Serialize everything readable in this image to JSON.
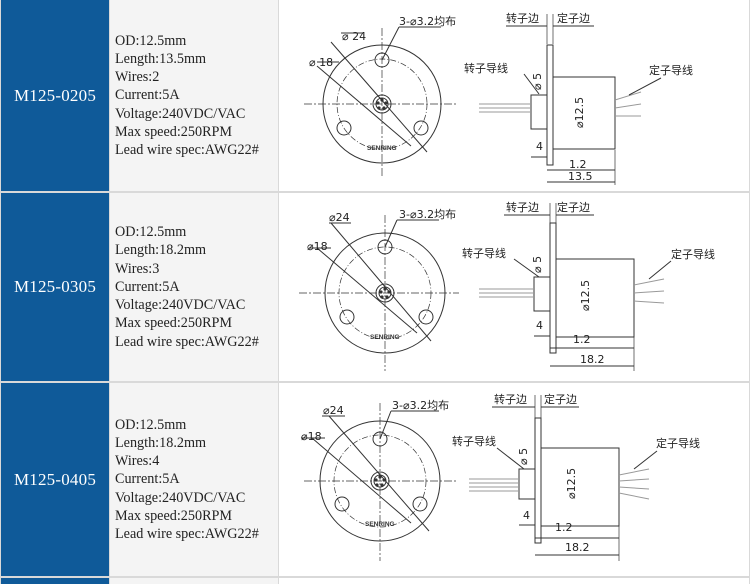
{
  "rows": [
    {
      "model": "M125-0205",
      "specs": [
        "OD:12.5mm",
        "Length:13.5mm",
        "Wires:2",
        "Current:5A",
        "Voltage:240VDC/VAC",
        "Max speed:250RPM",
        "Lead wire spec:AWG22#"
      ],
      "drawing": {
        "dia_outer": "⌀ 24",
        "dia_inner": "⌀ 18",
        "holes": "3-⌀3.2均布",
        "brand": "SENRING",
        "rotor_side": "转子边",
        "stator_side": "定子边",
        "rotor_wire": "转子导线",
        "stator_wire": "定子导线",
        "d5": "⌀ 5",
        "d125": "⌀12.5",
        "len4": "4",
        "len12": "1.2",
        "total": "13.5"
      }
    },
    {
      "model": "M125-0305",
      "specs": [
        "OD:12.5mm",
        "Length:18.2mm",
        "Wires:3",
        "Current:5A",
        "Voltage:240VDC/VAC",
        "Max speed:250RPM",
        "Lead wire spec:AWG22#"
      ],
      "drawing": {
        "dia_outer": "⌀24",
        "dia_inner": "⌀18",
        "holes": "3-⌀3.2均布",
        "brand": "SENRING",
        "rotor_side": "转子边",
        "stator_side": "定子边",
        "rotor_wire": "转子导线",
        "stator_wire": "定子导线",
        "d5": "⌀ 5",
        "d125": "⌀12.5",
        "len4": "4",
        "len12": "1.2",
        "total": "18.2"
      }
    },
    {
      "model": "M125-0405",
      "specs": [
        "OD:12.5mm",
        "Length:18.2mm",
        "Wires:4",
        "Current:5A",
        "Voltage:240VDC/VAC",
        "Max speed:250RPM",
        "Lead wire spec:AWG22#"
      ],
      "drawing": {
        "dia_outer": "⌀24",
        "dia_inner": "⌀18",
        "holes": "3-⌀3.2均布",
        "brand": "SENRING",
        "rotor_side": "转子边",
        "stator_side": "定子边",
        "rotor_wire": "转子导线",
        "stator_wire": "定子导线",
        "d5": "⌀ 5",
        "d125": "⌀12.5",
        "len4": "4",
        "len12": "1.2",
        "total": "18.2"
      }
    }
  ],
  "colors": {
    "model_bg": "#0f5a99",
    "specs_bg": "#f4f4f4",
    "grid": "#d9d9d9"
  }
}
